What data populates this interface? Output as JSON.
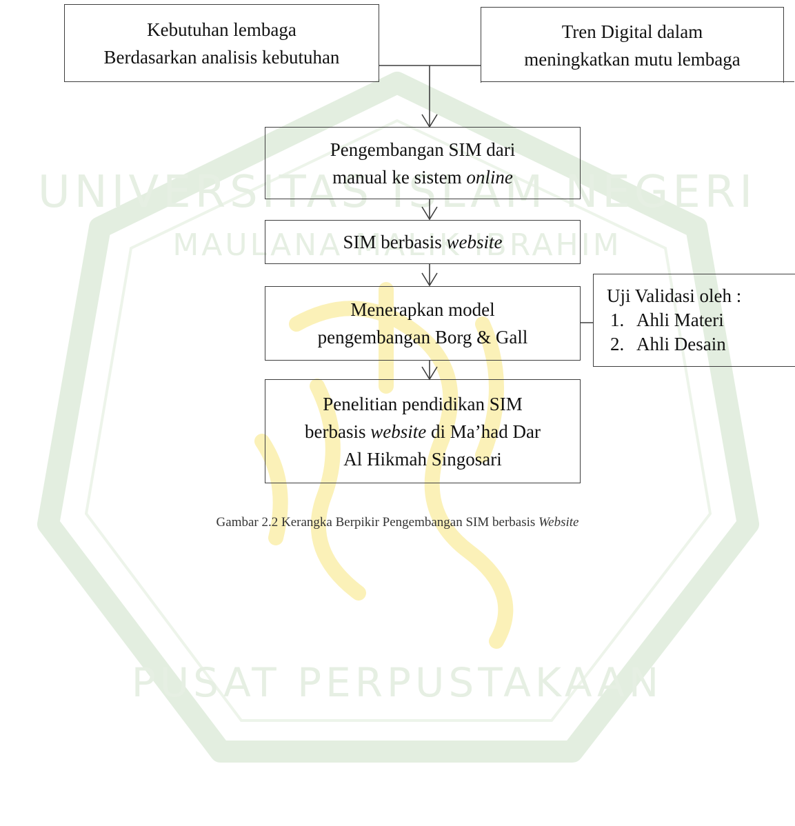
{
  "diagram": {
    "box_needs": {
      "line1": "Kebutuhan lembaga",
      "line2": "Berdasarkan analisis kebutuhan"
    },
    "box_trend": {
      "line1": "Tren Digital dalam",
      "line2": "meningkatkan mutu lembaga"
    },
    "box_dev": {
      "line1": "Pengembangan SIM dari",
      "line2_prefix": "manual ke sistem ",
      "line2_italic": "online"
    },
    "box_web": {
      "prefix": "SIM berbasis ",
      "italic": "website"
    },
    "box_model": {
      "line1": "Menerapkan model",
      "line2": "pengembangan Borg & Gall"
    },
    "box_research": {
      "line1": "Penelitian pendidikan SIM",
      "line2_prefix": "berbasis ",
      "line2_italic": "website",
      "line2_suffix": " di Ma’had Dar",
      "line3": "Al Hikmah Singosari"
    },
    "validation": {
      "title": "Uji Validasi oleh :",
      "items": [
        {
          "num": "1.",
          "label": "Ahli Materi"
        },
        {
          "num": "2.",
          "label": "Ahli Desain"
        }
      ]
    }
  },
  "caption": {
    "prefix": "Gambar 2.2 Kerangka Berpikir Pengembangan SIM berbasis ",
    "italic": "Website"
  },
  "colors": {
    "line": "#3d3d3d",
    "watermark_green": "#d9ead3",
    "watermark_yellow": "#fbeea0"
  }
}
